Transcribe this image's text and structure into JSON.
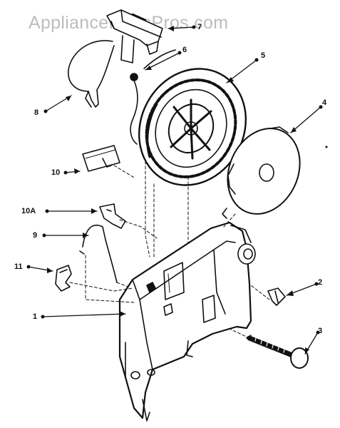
{
  "watermark": "AppliancePartsPros.com",
  "callouts": [
    {
      "id": "1",
      "label": "1"
    },
    {
      "id": "2",
      "label": "2"
    },
    {
      "id": "3",
      "label": "3"
    },
    {
      "id": "4",
      "label": "4"
    },
    {
      "id": "5",
      "label": "5"
    },
    {
      "id": "6",
      "label": "6"
    },
    {
      "id": "7",
      "label": "7"
    },
    {
      "id": "8",
      "label": "8"
    },
    {
      "id": "9",
      "label": "9"
    },
    {
      "id": "10",
      "label": "10"
    },
    {
      "id": "10A",
      "label": "10A"
    },
    {
      "id": "11",
      "label": "11"
    }
  ],
  "colors": {
    "ink": "#111111",
    "watermark": "#bdbdbd",
    "background": "#ffffff"
  }
}
